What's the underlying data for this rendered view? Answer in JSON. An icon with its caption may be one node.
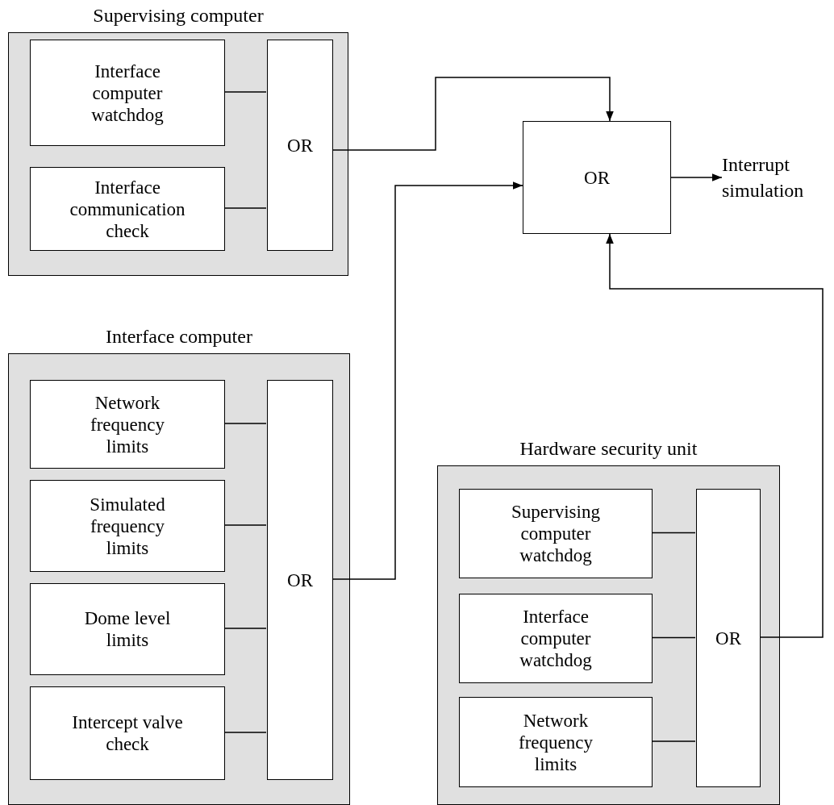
{
  "diagram": {
    "nodes": [
      {
        "text": [
          "Supervising computer"
        ]
      },
      {
        "text": [
          "Interface computer watchdog"
        ],
        "in": 0
      },
      {
        "text": [
          "Interface communication check"
        ],
        "in": 0
      },
      {
        "text": [
          "OR"
        ],
        "in": 0
      },
      {
        "text": [
          "OR"
        ]
      },
      {
        "text": [
          "Interrupt simulation"
        ]
      },
      {
        "text": [
          "Interface computer"
        ]
      },
      {
        "text": [
          "Network frequency limits"
        ],
        "in": 6
      },
      {
        "text": [
          "Simulated frequency limits"
        ],
        "in": 6
      },
      {
        "text": [
          "Dome level limits"
        ],
        "in": 6
      },
      {
        "text": [
          "Intercept valve check"
        ],
        "in": 6
      },
      {
        "text": [
          "OR"
        ],
        "in": 6
      },
      {
        "text": [
          "Hardware security unit"
        ]
      },
      {
        "text": [
          "Supervising computer watchdog"
        ],
        "in": 12
      },
      {
        "text": [
          "Interface computer watchdog"
        ],
        "in": 12
      },
      {
        "text": [
          "Network frequency limits"
        ],
        "in": 12
      },
      {
        "text": [
          "OR"
        ],
        "in": 12
      }
    ],
    "edges": [
      {
        "from": 1,
        "to": 3,
        "arrow": "none"
      },
      {
        "from": 2,
        "to": 3,
        "arrow": "none"
      },
      {
        "from": 3,
        "to": 4,
        "arrow": "to"
      },
      {
        "from": 7,
        "to": 11,
        "arrow": "none"
      },
      {
        "from": 8,
        "to": 11,
        "arrow": "none"
      },
      {
        "from": 9,
        "to": 11,
        "arrow": "none"
      },
      {
        "from": 10,
        "to": 11,
        "arrow": "none"
      },
      {
        "from": 11,
        "to": 4,
        "arrow": "to"
      },
      {
        "from": 13,
        "to": 16,
        "arrow": "none"
      },
      {
        "from": 14,
        "to": 16,
        "arrow": "none"
      },
      {
        "from": 15,
        "to": 16,
        "arrow": "none"
      },
      {
        "from": 16,
        "to": 4,
        "arrow": "to"
      },
      {
        "from": 4,
        "to": 5,
        "arrow": "to"
      }
    ]
  }
}
